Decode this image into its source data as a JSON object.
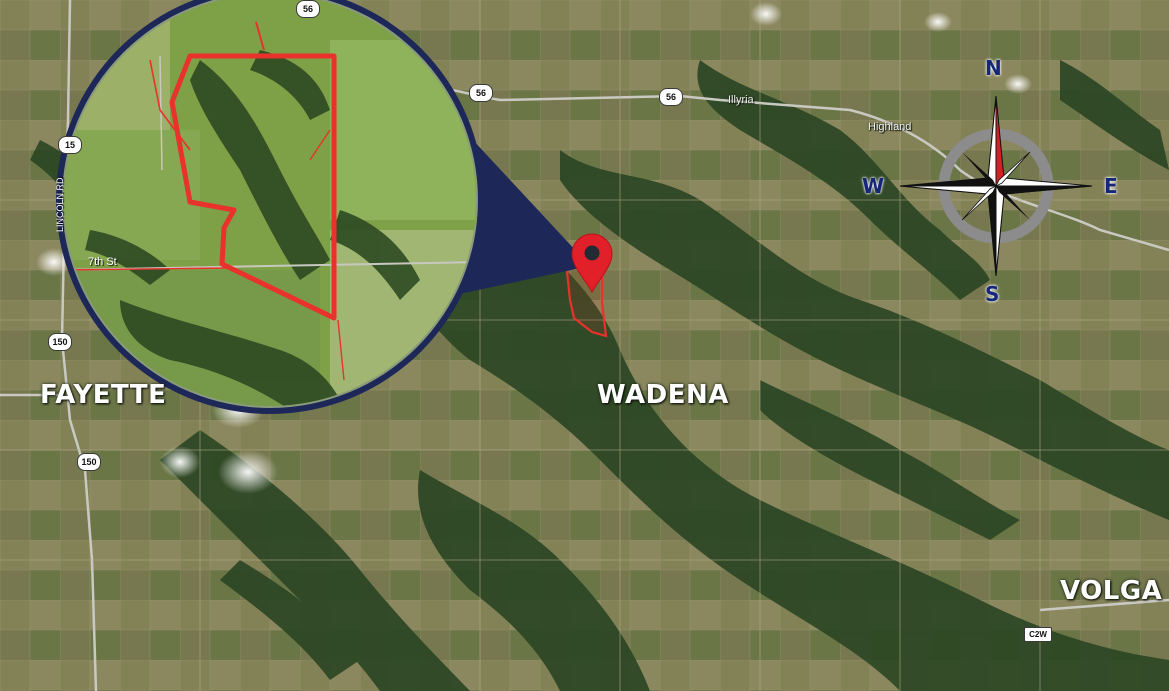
{
  "map": {
    "towns": [
      {
        "name": "FAYETTE"
      },
      {
        "name": "WADENA"
      },
      {
        "name": "VOLGA"
      }
    ],
    "minor_places": [
      {
        "name": "Illyria"
      },
      {
        "name": "Highland"
      }
    ],
    "road_shields": {
      "hwy56_a": "56",
      "hwy56_b": "56",
      "hwy56_top": "56",
      "hwy150_a": "150",
      "hwy150_b": "150",
      "hwy150_c": "15",
      "c2w": "C2W"
    },
    "compass": {
      "north": "N",
      "south": "S",
      "east": "E",
      "west": "W"
    },
    "inset": {
      "street_label": "7th St",
      "road_label": "LINCOLN RD"
    },
    "colors": {
      "boundary": "#e8322b",
      "marker": "#e2202a",
      "inset_ring": "#1e2858",
      "compass_ring": "#8c8c8c",
      "compass_text": "#16267a",
      "forest": "#2f4a25",
      "fields": "#8c8a5d"
    }
  }
}
